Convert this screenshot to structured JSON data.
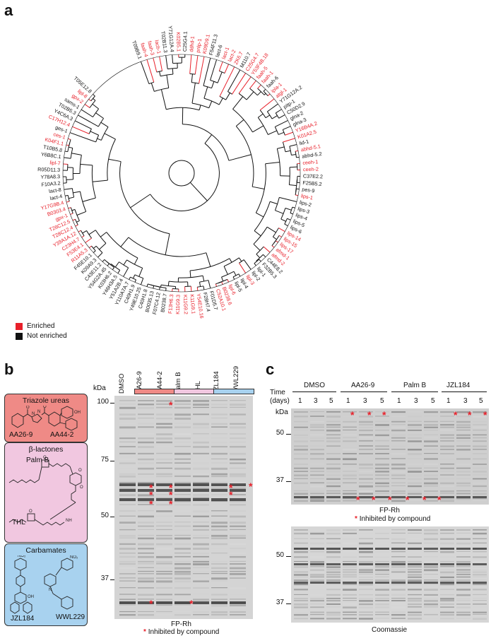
{
  "panels": {
    "a": "a",
    "b": "b",
    "c": "c"
  },
  "colors": {
    "enriched": "#e8202a",
    "not_enriched": "#111111",
    "triazole_box": "#ef8a86",
    "lactone_box": "#f1c7e0",
    "carbamate_box": "#a8d2ef",
    "star": "#e8202a"
  },
  "tree": {
    "legend": [
      {
        "label": "Enriched",
        "color": "#e8202a"
      },
      {
        "label": "Not enriched",
        "color": "#111111"
      }
    ],
    "leaves": [
      {
        "name": "T09B9.1",
        "enriched": false
      },
      {
        "name": "faah-4",
        "enriched": true
      },
      {
        "name": "faah-3",
        "enriched": true
      },
      {
        "name": "lacb-1",
        "enriched": true
      },
      {
        "name": "T02B11.3",
        "enriched": false
      },
      {
        "name": "Y71G12A.4",
        "enriched": false
      },
      {
        "name": "K02B5.1",
        "enriched": true
      },
      {
        "name": "C25G4.1",
        "enriched": false
      },
      {
        "name": "ddhd-1",
        "enriched": true
      },
      {
        "name": "pnlp-1",
        "enriched": true
      },
      {
        "name": "K09D9.1",
        "enriched": true
      },
      {
        "name": "F54F11.3",
        "enriched": false
      },
      {
        "name": "lact-6",
        "enriched": false
      },
      {
        "name": "lact-1",
        "enriched": true
      },
      {
        "name": "lact-2",
        "enriched": true
      },
      {
        "name": "ZK6.7",
        "enriched": true
      },
      {
        "name": "M110.7",
        "enriched": false
      },
      {
        "name": "C25G4.7",
        "enriched": true
      },
      {
        "name": "Y53F4B.18",
        "enriched": true
      },
      {
        "name": "faah-5",
        "enriched": true
      },
      {
        "name": "faah-1",
        "enriched": true
      },
      {
        "name": "faah-6",
        "enriched": false
      },
      {
        "name": "ipla-1",
        "enriched": true
      },
      {
        "name": "atgl-1",
        "enriched": true
      },
      {
        "name": "Y71G12A.2",
        "enriched": false
      },
      {
        "name": "pitp-1",
        "enriched": false
      },
      {
        "name": "C50D2.9",
        "enriched": false
      },
      {
        "name": "glna-2",
        "enriched": false
      },
      {
        "name": "glna-3",
        "enriched": false
      },
      {
        "name": "Y16B4A.2",
        "enriched": true
      },
      {
        "name": "K01A2.5",
        "enriched": true
      },
      {
        "name": "lid-1",
        "enriched": false
      },
      {
        "name": "abhd-5.1",
        "enriched": true
      },
      {
        "name": "abhd-5.2",
        "enriched": false
      },
      {
        "name": "ceeh-1",
        "enriched": true
      },
      {
        "name": "ceeh-2",
        "enriched": true
      },
      {
        "name": "C37E2.2",
        "enriched": false
      },
      {
        "name": "F25B5.2",
        "enriched": false
      },
      {
        "name": "pes-9",
        "enriched": false
      },
      {
        "name": "lips-1",
        "enriched": true
      },
      {
        "name": "lips-2",
        "enriched": false
      },
      {
        "name": "lips-3",
        "enriched": false
      },
      {
        "name": "lips-4",
        "enriched": false
      },
      {
        "name": "lips-5",
        "enriched": false
      },
      {
        "name": "lips-6",
        "enriched": false
      },
      {
        "name": "lips-14",
        "enriched": true
      },
      {
        "name": "lips-15",
        "enriched": true
      },
      {
        "name": "lips-17",
        "enriched": true
      },
      {
        "name": "afmd-1",
        "enriched": true
      },
      {
        "name": "afmd-2",
        "enriched": true
      },
      {
        "name": "C44E8.2",
        "enriched": false
      },
      {
        "name": "F32B5.3",
        "enriched": false
      },
      {
        "name": "lipl-1",
        "enriched": false
      },
      {
        "name": "lipl-2",
        "enriched": false
      },
      {
        "name": "lipl-3",
        "enriched": true
      },
      {
        "name": "lipl-4",
        "enriched": false
      },
      {
        "name": "lipl-5",
        "enriched": false
      },
      {
        "name": "lipl-6",
        "enriched": true
      },
      {
        "name": "B0238.6",
        "enriched": true
      },
      {
        "name": "C52A10.1",
        "enriched": true
      },
      {
        "name": "F01D5.7",
        "enriched": false
      },
      {
        "name": "F28H7.4",
        "enriched": false
      },
      {
        "name": "Y54E10.16",
        "enriched": true
      },
      {
        "name": "K11G9.1",
        "enriched": true
      },
      {
        "name": "K11G9.2",
        "enriched": true
      },
      {
        "name": "K11G9.3",
        "enriched": true
      },
      {
        "name": "F13H6.3",
        "enriched": true
      },
      {
        "name": "B0238.7",
        "enriched": false
      },
      {
        "name": "F07C4.12",
        "enriched": false
      },
      {
        "name": "B0035.13",
        "enriched": false
      },
      {
        "name": "C40H1.8",
        "enriched": false
      },
      {
        "name": "Y49E10.25",
        "enriched": false
      },
      {
        "name": "C40H1.9",
        "enriched": false
      },
      {
        "name": "Y110A7A.7",
        "enriched": false
      },
      {
        "name": "Y51A2B.4",
        "enriched": false
      },
      {
        "name": "Y46H3A.5",
        "enriched": false
      },
      {
        "name": "K03H6.2",
        "enriched": false
      },
      {
        "name": "Y54G2A.45",
        "enriched": false
      },
      {
        "name": "C43E11.2",
        "enriched": false
      },
      {
        "name": "K09A9.3",
        "enriched": false
      },
      {
        "name": "F45E10.1",
        "enriched": false
      },
      {
        "name": "R11A5.3",
        "enriched": true
      },
      {
        "name": "F53E4.1",
        "enriched": true
      },
      {
        "name": "C23H4.7",
        "enriched": true
      },
      {
        "name": "Y39A1A.12",
        "enriched": true
      },
      {
        "name": "T28C12.4",
        "enriched": true
      },
      {
        "name": "T28C12.5",
        "enriched": true
      },
      {
        "name": "gpx-1",
        "enriched": true
      },
      {
        "name": "B0303.4",
        "enriched": true
      },
      {
        "name": "Y17G9B.4",
        "enriched": true
      },
      {
        "name": "lact-4",
        "enriched": false
      },
      {
        "name": "lact-8",
        "enriched": false
      },
      {
        "name": "F10A3.2",
        "enriched": false
      },
      {
        "name": "Y78A8.3",
        "enriched": false
      },
      {
        "name": "R05D11.3",
        "enriched": false
      },
      {
        "name": "lipl-7",
        "enriched": true
      },
      {
        "name": "Y6B8C.1",
        "enriched": false
      },
      {
        "name": "T10B5.8",
        "enriched": false
      },
      {
        "name": "K04F1.1",
        "enriched": true
      },
      {
        "name": "ces-1",
        "enriched": true
      },
      {
        "name": "ges-1",
        "enriched": false
      },
      {
        "name": "C17H12.4",
        "enriched": true
      },
      {
        "name": "Y4C6A.3",
        "enriched": false
      },
      {
        "name": "T02B5.3",
        "enriched": false
      },
      {
        "name": "sams-1",
        "enriched": false
      },
      {
        "name": "gpx-2",
        "enriched": true
      },
      {
        "name": "lipl-8",
        "enriched": true
      },
      {
        "name": "T05E12.8",
        "enriched": false
      }
    ]
  },
  "panel_b": {
    "classes": [
      {
        "title": "Triazole ureas",
        "compounds": [
          "AA26-9",
          "AA44-2"
        ]
      },
      {
        "title": "β-lactones",
        "compounds": [
          "Palm B",
          "THL"
        ]
      },
      {
        "title": "Carbamates",
        "compounds": [
          "JZL184",
          "WWL229"
        ]
      }
    ],
    "lanes": [
      "DMSO",
      "AA26-9",
      "AA44-2",
      "Palm B",
      "THL",
      "JZL184",
      "WWL229"
    ],
    "kda_label": "kDa",
    "markers": [
      "100",
      "75",
      "50",
      "37"
    ],
    "caption": "FP-Rh",
    "legend_star": "*",
    "legend_text": "Inhibited by compound"
  },
  "panel_c": {
    "time_label": "Time",
    "days_label": "(days)",
    "groups": [
      "DMSO",
      "AA26-9",
      "Palm B",
      "JZL184"
    ],
    "days": [
      "1",
      "3",
      "5",
      "1",
      "3",
      "5",
      "1",
      "3",
      "5",
      "1",
      "3",
      "5"
    ],
    "kda_label": "kDa",
    "markers_top": [
      "50",
      "37"
    ],
    "markers_bottom": [
      "50",
      "37"
    ],
    "caption_top": "FP-Rh",
    "legend_star": "*",
    "legend_text": "Inhibited by compound",
    "caption_bottom": "Coomassie"
  }
}
